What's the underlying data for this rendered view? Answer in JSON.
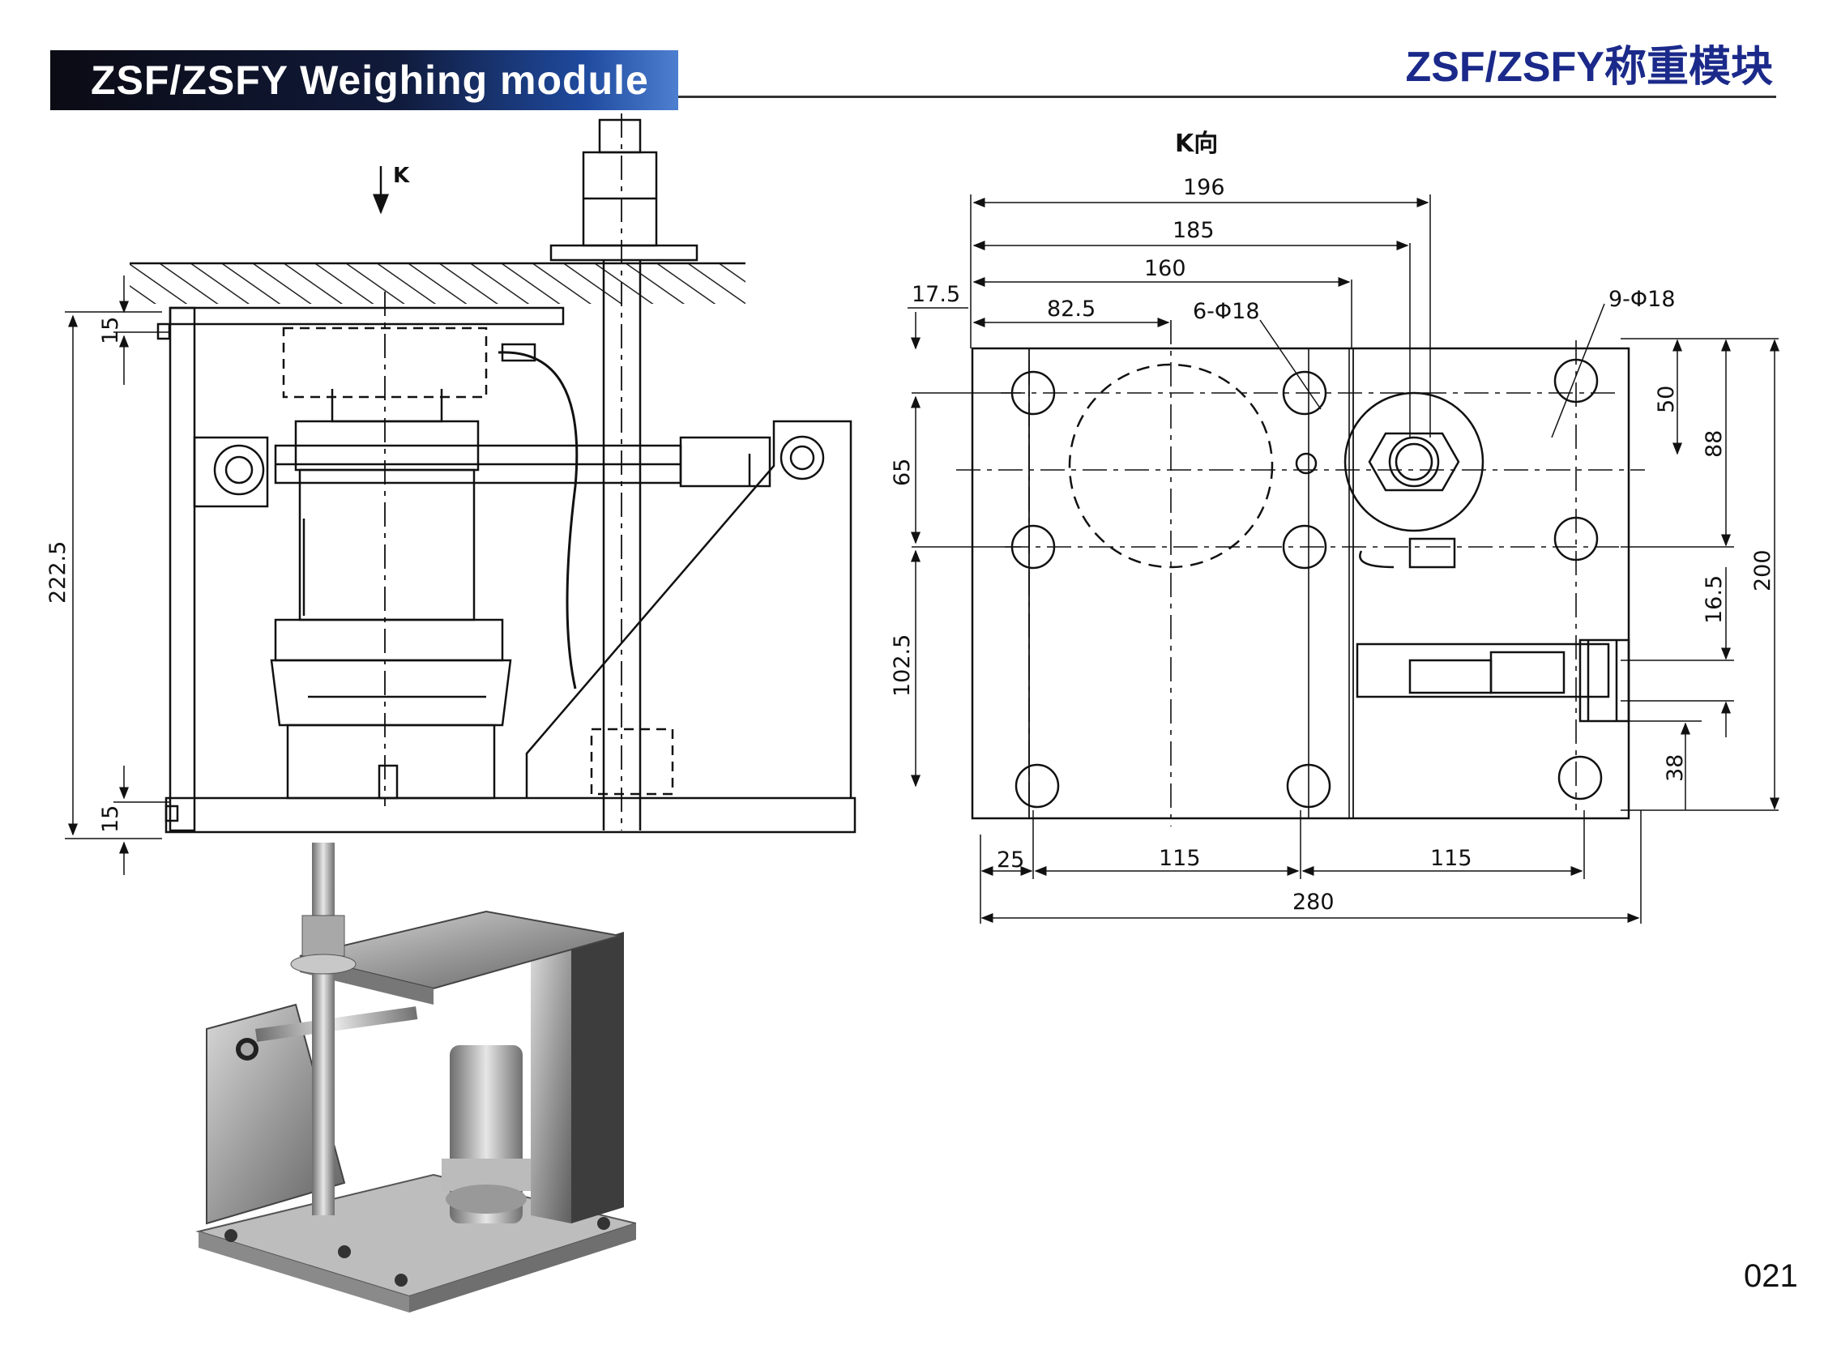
{
  "header": {
    "title_en": "ZSF/ZSFY Weighing module",
    "title_cn": "ZSF/ZSFY称重模块"
  },
  "side_view": {
    "view_arrow_label": "K",
    "dims": {
      "height_total": "222.5",
      "top_plate": "15",
      "bottom_plate": "15"
    }
  },
  "plan_view": {
    "view_label": "K向",
    "dims": {
      "w196": "196",
      "w185": "185",
      "w160": "160",
      "w17_5": "17.5",
      "w82_5": "82.5",
      "holes_6": "6-Φ18",
      "holes_9": "9-Φ18",
      "h65": "65",
      "h102_5": "102.5",
      "h50": "50",
      "h88": "88",
      "h200": "200",
      "h16_5": "16.5",
      "h38": "38",
      "b25": "25",
      "b115a": "115",
      "b115b": "115",
      "b280": "280"
    }
  },
  "photo": {
    "alt": "weighing module photo"
  },
  "page_number": "021"
}
